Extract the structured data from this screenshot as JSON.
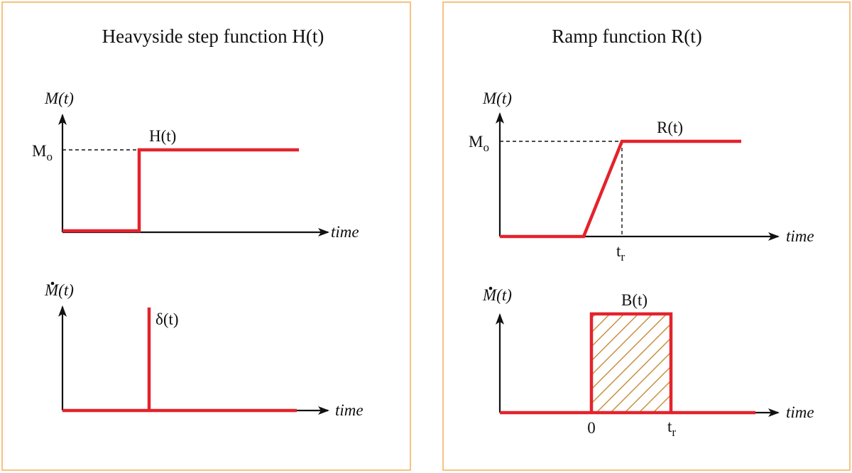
{
  "colors": {
    "panel_border": "#f5b461",
    "signal": "#e3232c",
    "hatch": "#c58b3a",
    "axis": "#111111"
  },
  "left_panel": {
    "title": "Heavyside step function H(t)",
    "top_plot": {
      "y_axis_label": "M(t)",
      "level_label": "M",
      "level_subscript": "o",
      "curve_label": "H(t)",
      "x_axis_label": "time"
    },
    "bottom_plot": {
      "y_axis_label": "M(t)",
      "curve_label": "δ(t)",
      "x_axis_label": "time"
    }
  },
  "right_panel": {
    "title": "Ramp function R(t)",
    "top_plot": {
      "y_axis_label": "M(t)",
      "level_label": "M",
      "level_subscript": "o",
      "curve_label": "R(t)",
      "x_axis_label": "time",
      "tick_label": "t",
      "tick_subscript": "r"
    },
    "bottom_plot": {
      "y_axis_label": "M(t)",
      "curve_label": "B(t)",
      "x_axis_label": "time",
      "tick_zero": "0",
      "tick_label": "t",
      "tick_subscript": "r"
    }
  }
}
